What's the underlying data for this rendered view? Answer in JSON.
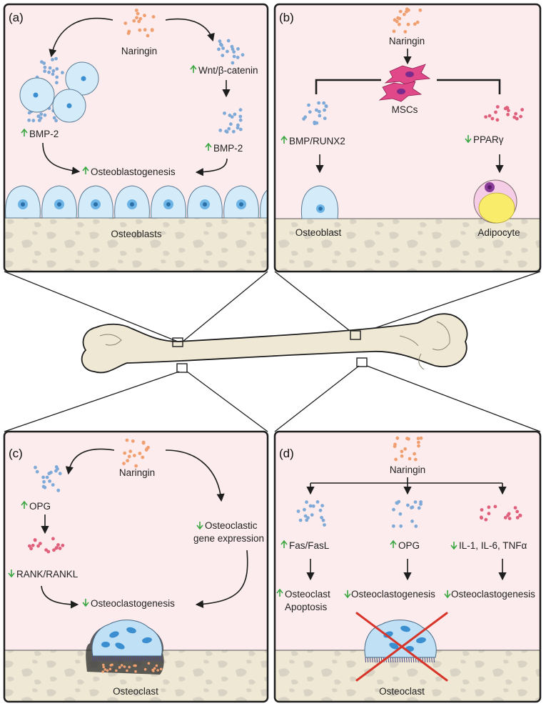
{
  "colors": {
    "panel_bg": "#fcecee",
    "panel_border": "#1e1e1e",
    "bone_fill": "#efe8d4",
    "bone_speckle": "#d8d3c4",
    "blue_dot": "#7fa9d6",
    "orange_dot": "#f0a070",
    "pink_dot": "#e0607c",
    "osteoblast_cell": "#d4ecfa",
    "osteoclast_cell": "#bfe0f5",
    "msc_cell": "#e0488a",
    "adipocyte_fat": "#f8ec6a",
    "arrow_green": "#3aa640",
    "red_cross": "#d8352a"
  },
  "icons": {
    "up": "green-up-arrow-icon",
    "down": "green-down-arrow-icon"
  },
  "panel_a": {
    "label": "(a)",
    "naringin": "Naringin",
    "wnt": "Wnt/β-catenin",
    "bmp2_left": "BMP-2",
    "bmp2_right": "BMP-2",
    "osteoblastogenesis": "Osteoblastogenesis",
    "osteoblasts": "Osteoblasts"
  },
  "panel_b": {
    "label": "(b)",
    "naringin": "Naringin",
    "mscs": "MSCs",
    "bmp_runx2": "BMP/RUNX2",
    "ppar": "PPARγ",
    "osteoblast": "Osteoblast",
    "adipocyte": "Adipocyte"
  },
  "panel_c": {
    "label": "(c)",
    "naringin": "Naringin",
    "opg": "OPG",
    "osteoclastic_line1": "Osteoclastic",
    "osteoclastic_line2": "gene expression",
    "rank": "RANK/RANKL",
    "osteoclastogenesis": "Osteoclastogenesis",
    "osteoclast": "Osteoclast"
  },
  "panel_d": {
    "label": "(d)",
    "naringin": "Naringin",
    "fas": "Fas/FasL",
    "opg": "OPG",
    "il": "IL-1, IL-6, TNFα",
    "apoptosis_line1": "Osteoclast",
    "apoptosis_line2": "Apoptosis",
    "osteoclastogenesis_mid": "Osteoclastogenesis",
    "osteoclastogenesis_right": "Osteoclastogenesis",
    "osteoclast": "Osteoclast"
  }
}
